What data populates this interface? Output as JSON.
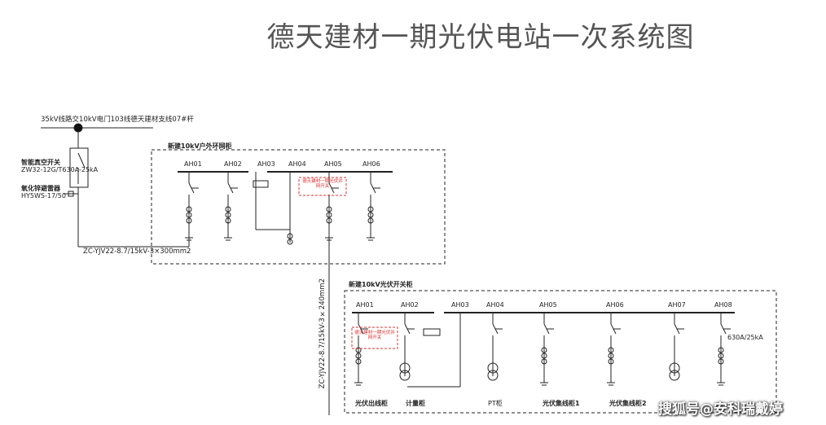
{
  "title": "德天建材一期光伏电站一次系统图",
  "top": {
    "line_label": "35kV线路交10kV电门103线德天建材支线07#杆",
    "breaker_label": "智能真空开关",
    "breaker_model": "ZW32-12G/T630A-25kA",
    "arrester_label": "氧化锌避雷器",
    "arrester_model": "HY5WS-17/50",
    "cable1": "ZC-YJV22-8.7/15kV-3×300mm2",
    "cable2": "ZC-YJV22-8.7/15kV-3×240mm2"
  },
  "group1": {
    "title": "新建10kV户外环网柜",
    "cabinets": [
      "AH01",
      "AH02",
      "AH03",
      "AH04",
      "AH05",
      "AH06"
    ],
    "note": "德天建材一期光伏并网开关"
  },
  "group2": {
    "title": "新建10kV光伏开关柜",
    "cabinets": [
      "AH01",
      "AH02",
      "AH03",
      "AH04",
      "AH05",
      "AH06",
      "AH07",
      "AH08"
    ],
    "rating": "630A/25kA",
    "note": "德天建材一期光伏并网开关",
    "bottom_labels": [
      "光伏出线柜",
      "计量柜",
      "PT柜",
      "光伏集线柜1",
      "光伏集线柜2"
    ]
  },
  "watermark": "搜狐号@安科瑞戴婷"
}
